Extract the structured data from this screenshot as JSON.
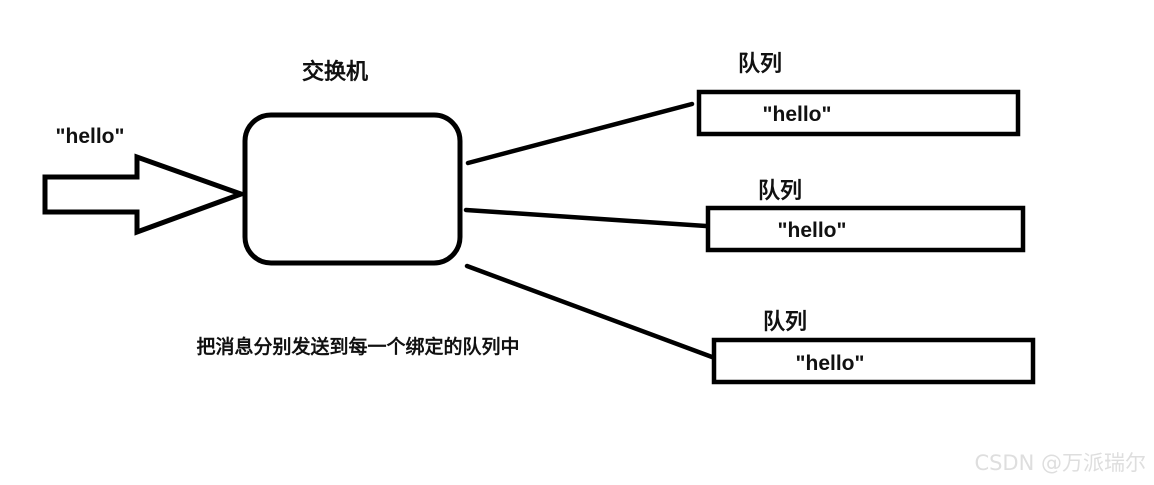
{
  "diagram": {
    "title_label": "交换机",
    "caption": "把消息分别发送到每一个绑定的队列中",
    "incoming_message_label": "\"hello\"",
    "queue_label": "队列",
    "queues": [
      {
        "label": "队列",
        "message": "\"hello\""
      },
      {
        "label": "队列",
        "message": "\"hello\""
      },
      {
        "label": "队列",
        "message": "\"hello\""
      }
    ],
    "colors": {
      "stroke": "#000000",
      "fill": "#ffffff",
      "text": "#111111",
      "watermark": "#dedede"
    }
  },
  "watermark": {
    "text": "CSDN @万派瑞尔"
  }
}
